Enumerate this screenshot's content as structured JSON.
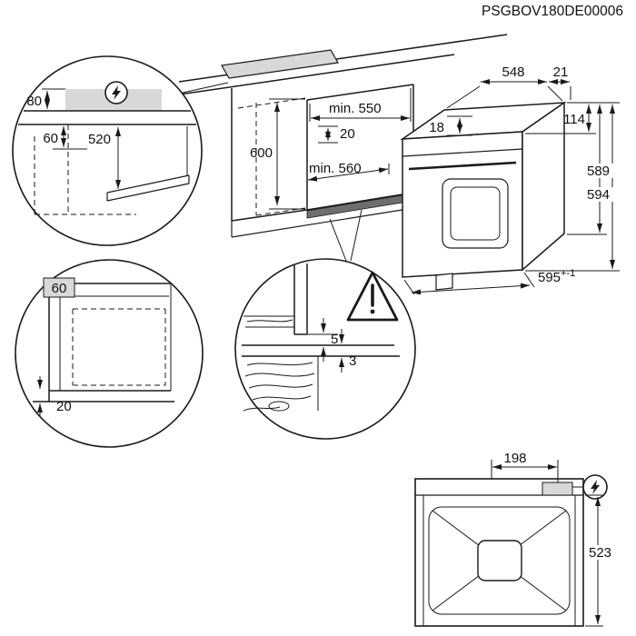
{
  "doc_code": "PSGBOV180DE00006",
  "main_view": {
    "labels": {
      "niche_width": "min. 550",
      "niche_height": "600",
      "hob_clearance": "20",
      "niche_depth": "min. 560",
      "oven_depth": "548",
      "rear_gap": "21",
      "rear_height": "114",
      "top_edge": "18",
      "height_a": "589",
      "height_b": "594",
      "oven_width": "595",
      "oven_width_tolerance": "+-1"
    }
  },
  "detail_power": {
    "labels": {
      "zone_height": "80",
      "side_offset": "60",
      "drop": "520"
    },
    "icon": "lightning-bolt"
  },
  "detail_corner": {
    "labels": {
      "front_strip": "60",
      "edge_gap": "20"
    }
  },
  "detail_gap": {
    "labels": {
      "upper_gap": "5",
      "lower_gap": "3"
    },
    "icon": "warning-triangle"
  },
  "plan_view": {
    "labels": {
      "connection_offset": "198",
      "depth": "523"
    },
    "icon": "lightning-bolt"
  },
  "colors": {
    "line": "#1a1a1a",
    "shade": "#d8d8d8",
    "dark_strip": "#6e6e6e"
  }
}
